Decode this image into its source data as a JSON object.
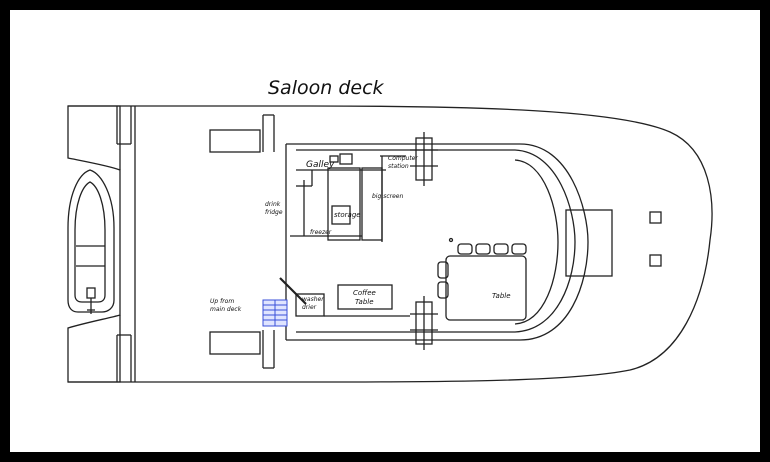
{
  "diagram": {
    "title": "Saloon deck",
    "labels": {
      "galley": "Galley",
      "computer_station_1": "Computer",
      "computer_station_2": "station",
      "big_screen": "big screen",
      "drink_fridge_1": "drink",
      "drink_fridge_2": "fridge",
      "storage": "storage",
      "freezer": "freezer",
      "up_from_main_deck_1": "Up from",
      "up_from_main_deck_2": "main deck",
      "washer_drier_1": "washer",
      "washer_drier_2": "drier",
      "coffee_table_1": "Coffee",
      "coffee_table_2": "Table",
      "table": "Table"
    },
    "colors": {
      "line": "#222222",
      "stairs": "#3a4fd8",
      "frame": "#000000",
      "background": "#ffffff"
    }
  }
}
